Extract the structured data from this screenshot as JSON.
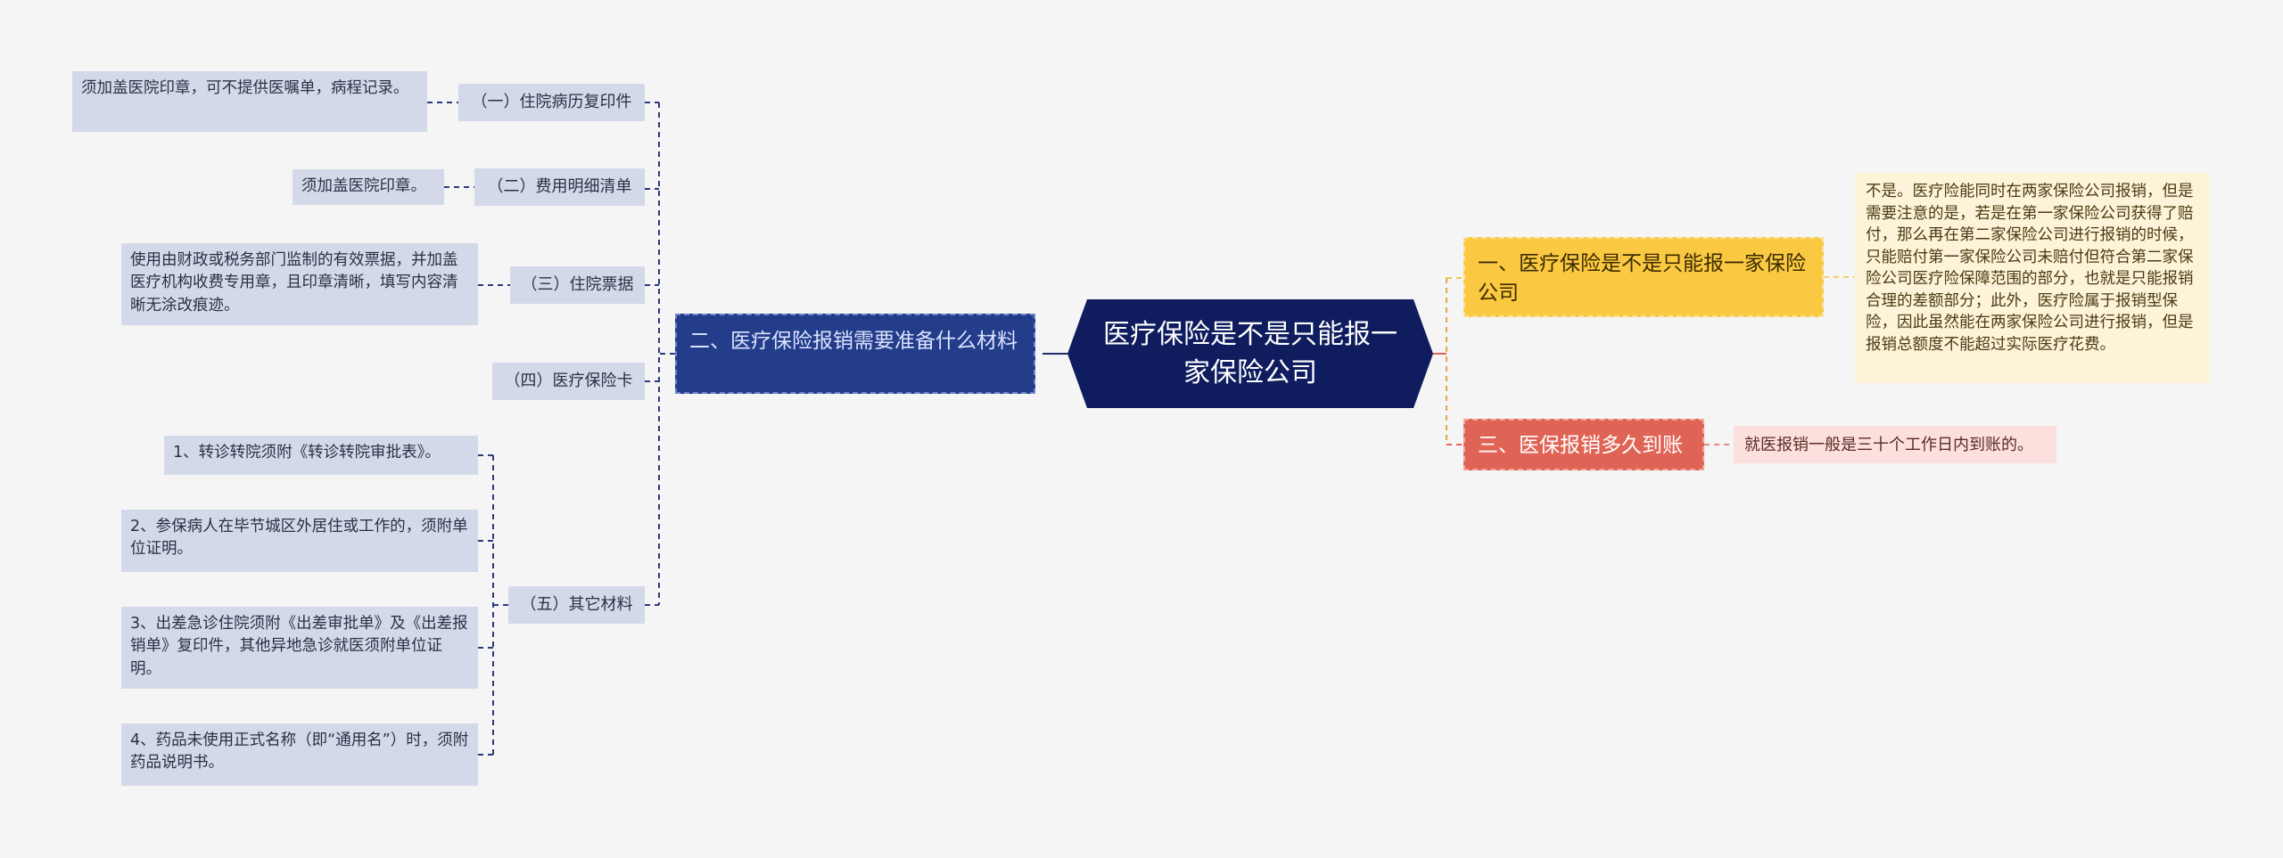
{
  "central": "医疗保险是不是只能报一家保险公司",
  "left_branch": {
    "title": "二、医疗保险报销需要准备什么材料",
    "items": [
      {
        "label": "（一）住院病历复印件",
        "details": [
          "须加盖医院印章，可不提供医嘱单，病程记录。"
        ]
      },
      {
        "label": "（二）费用明细清单",
        "details": [
          "须加盖医院印章。"
        ]
      },
      {
        "label": "（三）住院票据",
        "details": [
          "使用由财政或税务部门监制的有效票据，并加盖医疗机构收费专用章，且印章清晰，填写内容清晰无涂改痕迹。"
        ]
      },
      {
        "label": "（四）医疗保险卡",
        "details": []
      },
      {
        "label": "（五）其它材料",
        "details": [
          "1、转诊转院须附《转诊转院审批表》。",
          "2、参保病人在毕节城区外居住或工作的，须附单位证明。",
          "3、出差急诊住院须附《出差审批单》及《出差报销单》复印件，其他异地急诊就医须附单位证明。",
          "4、药品未使用正式名称（即“通用名”）时，须附药品说明书。"
        ]
      }
    ]
  },
  "right_branches": [
    {
      "title": "一、医疗保险是不是只能报一家保险公司",
      "note": "不是。医疗险能同时在两家保险公司报销，但是需要注意的是，若是在第一家保险公司获得了赔付，那么再在第二家保险公司进行报销的时候，只能赔付第一家保险公司未赔付但符合第二家保险公司医疗险保障范围的部分，也就是只能报销合理的差额部分；此外，医疗险属于报销型保险，因此虽然能在两家保险公司进行报销，但是报销总额度不能超过实际医疗花费。"
    },
    {
      "title": "三、医保报销多久到账",
      "note": "就医报销一般是三十个工作日内到账的。"
    }
  ],
  "colors": {
    "central": "#0f1c5e",
    "left_branch": "#233d8a",
    "yellow_branch": "#fbc842",
    "red_branch": "#e06455",
    "sub_node": "#d4d9ea",
    "yellow_note": "#fdf3d9",
    "red_note": "#fbe0dd"
  }
}
